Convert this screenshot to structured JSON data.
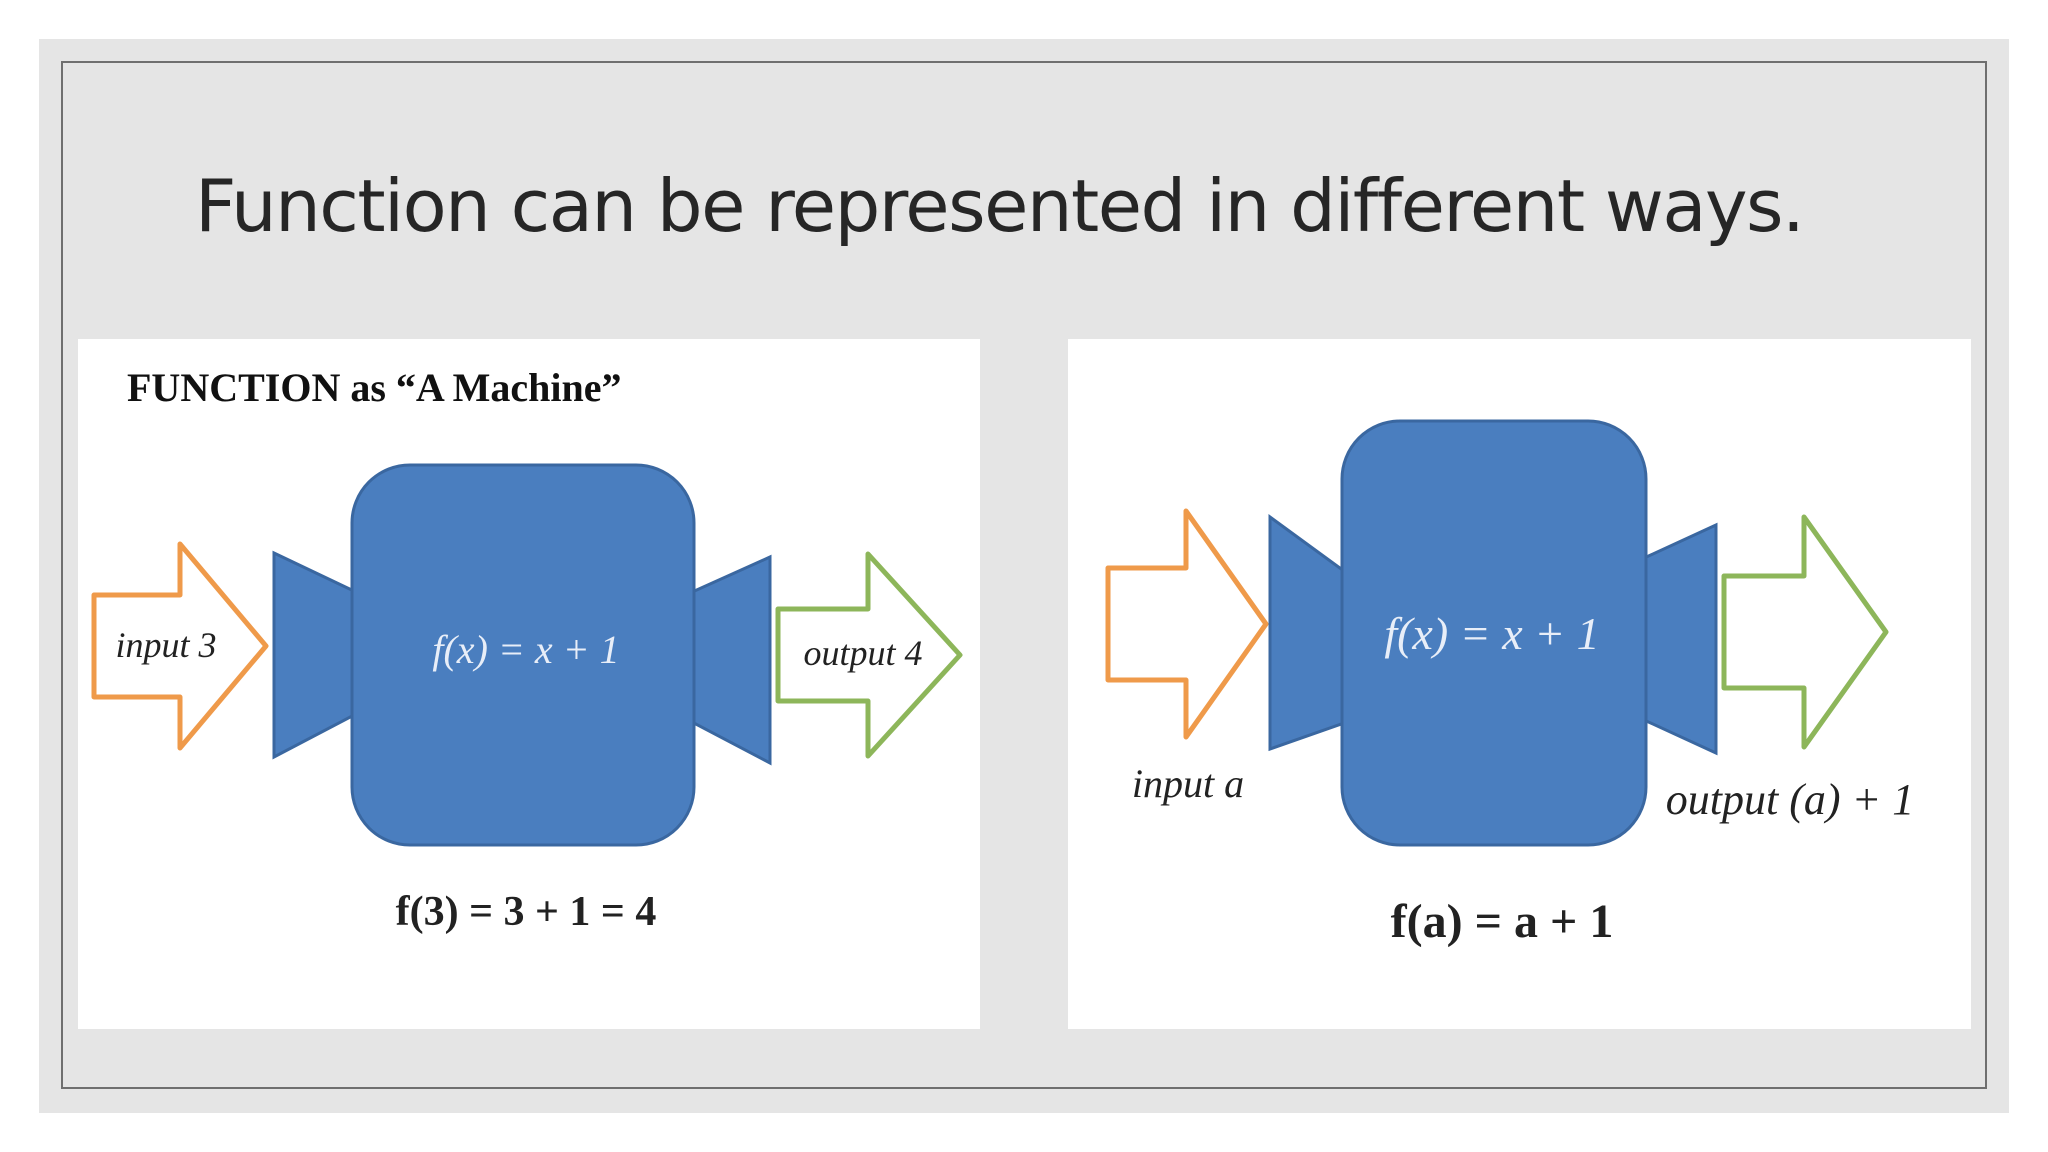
{
  "slide": {
    "title": "Function can be represented in different ways."
  },
  "left_diagram": {
    "heading": "FUNCTION as “A Machine”",
    "input_label": "input 3",
    "machine_label": "f(x) = x + 1",
    "output_label": "output 4",
    "equation": "f(3) = 3 + 1 = 4"
  },
  "right_diagram": {
    "machine_label": "f(x) = x + 1",
    "input_label": "input a",
    "output_label": "output (a) + 1",
    "equation": "f(a) = a + 1"
  },
  "colors": {
    "machine_fill": "#4a7ebf",
    "machine_stroke": "#3a67a0",
    "input_arrow": "#ef9a4a",
    "output_arrow": "#8db65a",
    "title_text": "#262626"
  }
}
